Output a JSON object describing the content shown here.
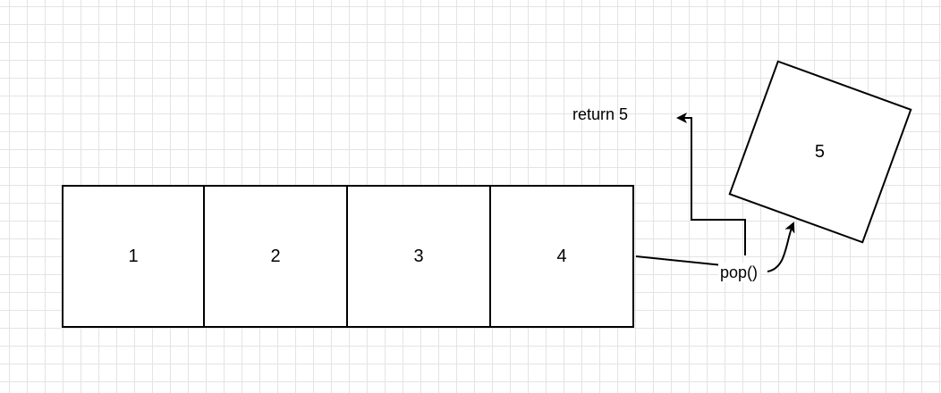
{
  "stack": {
    "cells": [
      "1",
      "2",
      "3",
      "4"
    ]
  },
  "popped": {
    "value": "5"
  },
  "operation": {
    "pop_label": "pop()",
    "return_label": "return 5"
  }
}
